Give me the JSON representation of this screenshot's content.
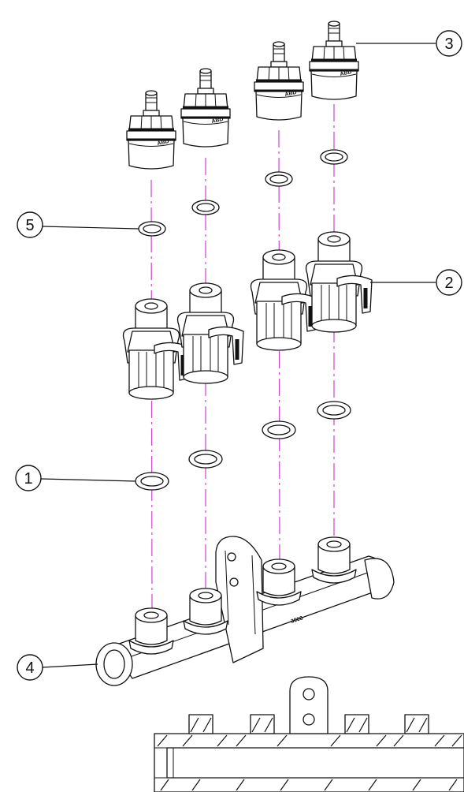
{
  "callouts": [
    {
      "id": "1",
      "label": "1"
    },
    {
      "id": "2",
      "label": "2"
    },
    {
      "id": "3",
      "label": "3"
    },
    {
      "id": "4",
      "label": "4"
    },
    {
      "id": "5",
      "label": "5"
    }
  ],
  "parts": {
    "manifold_marking": "3008"
  },
  "colors": {
    "line": "#111111",
    "axis": "#cc44cc",
    "background": "#ffffff"
  }
}
